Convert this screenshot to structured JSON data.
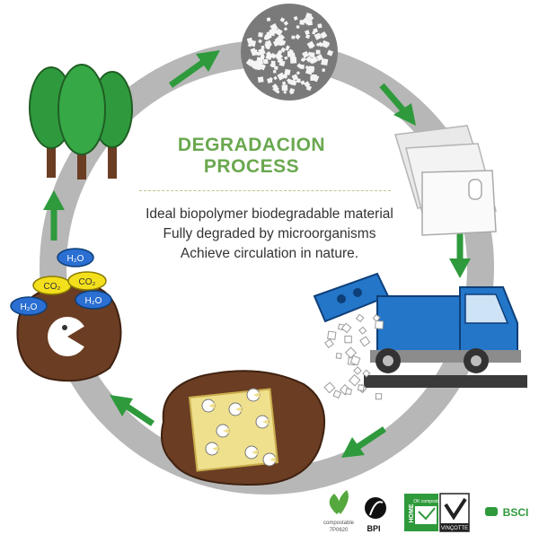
{
  "title": {
    "line1": "DEGRADACION",
    "line2": "PROCESS"
  },
  "description": [
    "Ideal biopolymer biodegradable material",
    "Fully degraded by microorganisms",
    "Achieve circulation in nature."
  ],
  "molecules": {
    "h2o": "H₂O",
    "co2": "CO₂"
  },
  "logos": {
    "seedling_caption_1": "compostable",
    "seedling_caption_2": "7P0620",
    "bpi": "BPI",
    "ok_compost_home": "HOME",
    "ok_compost_label": "OK compost",
    "vincotte": "VINÇOTTE",
    "bsci": "BSCI"
  },
  "colors": {
    "ring": "#b7b7b7",
    "arrow": "#2e9a3c",
    "title": "#6aa84f",
    "soil": "#6b3d23",
    "tree": "#2f9a3d",
    "truck": "#2476c8",
    "molecule_blue": "#2a6fd1",
    "molecule_yellow": "#f3df1c"
  },
  "icons": [
    "trees-icon",
    "pellets-icon",
    "plastic-bags-icon",
    "garbage-truck-icon",
    "soil-with-film-icon",
    "microorganism-soil-icon"
  ]
}
